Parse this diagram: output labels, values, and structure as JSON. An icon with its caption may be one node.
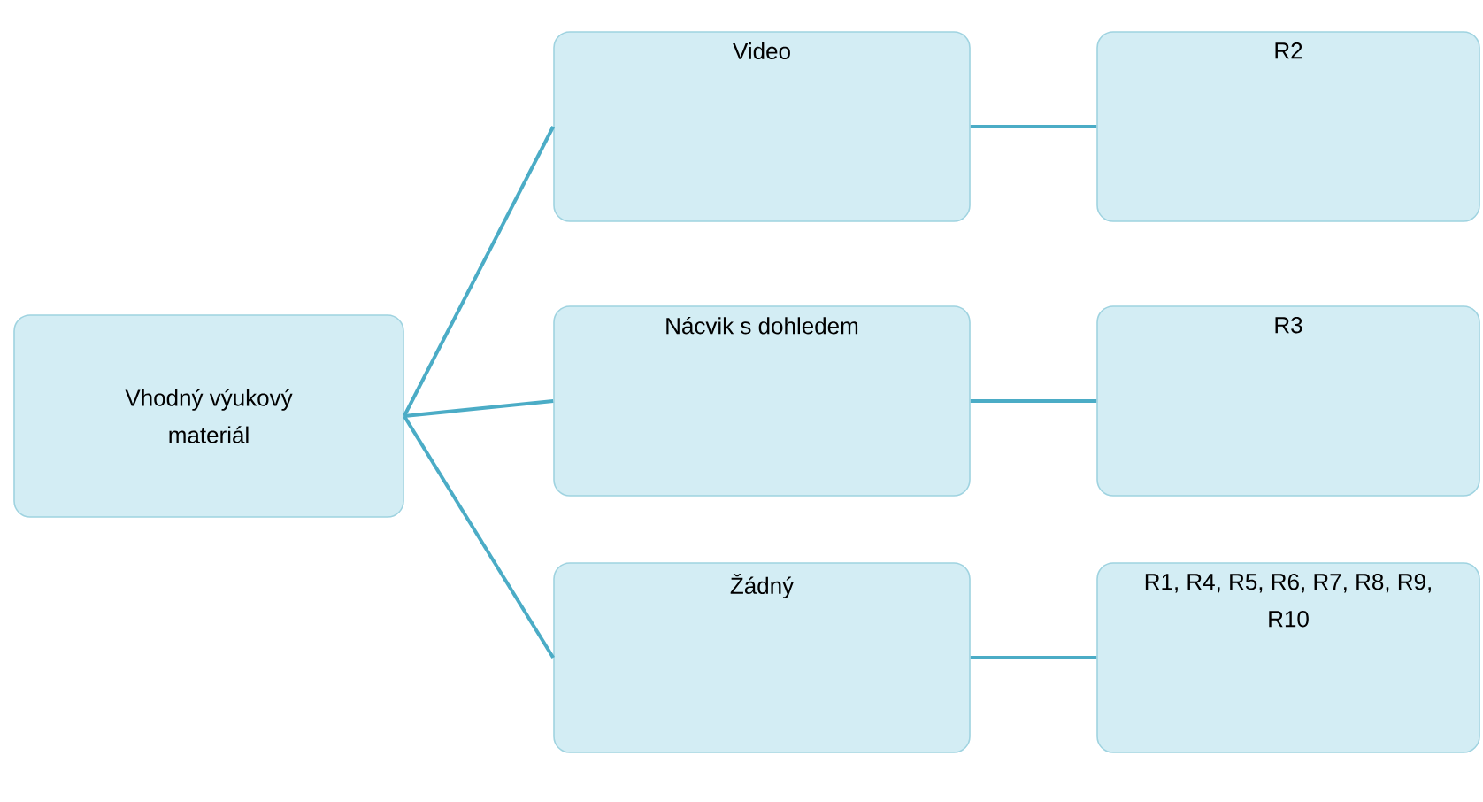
{
  "diagram": {
    "nodes": [
      {
        "text": [
          "Vhodný výukový materiál"
        ]
      },
      {
        "text": [
          "Video"
        ]
      },
      {
        "text": [
          "Nácvik s dohledem"
        ]
      },
      {
        "text": [
          "Žádný"
        ]
      },
      {
        "text": [
          "R2"
        ]
      },
      {
        "text": [
          "R3"
        ]
      },
      {
        "text": [
          "R1, R4, R5, R6, R7, R8, R9, R10"
        ]
      }
    ],
    "edges": [
      {
        "from": 0,
        "to": 1,
        "arrow": "none"
      },
      {
        "from": 0,
        "to": 2,
        "arrow": "none"
      },
      {
        "from": 0,
        "to": 3,
        "arrow": "none"
      },
      {
        "from": 1,
        "to": 4,
        "arrow": "none"
      },
      {
        "from": 2,
        "to": 5,
        "arrow": "none"
      },
      {
        "from": 3,
        "to": 6,
        "arrow": "none"
      }
    ]
  }
}
